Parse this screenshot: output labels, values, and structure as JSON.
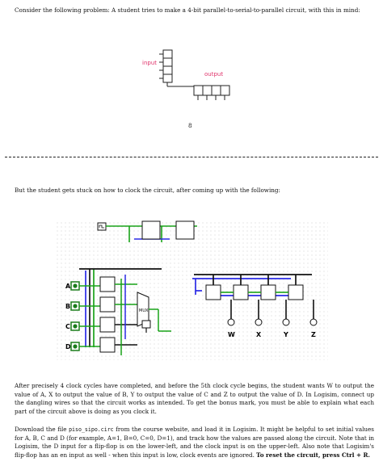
{
  "intro": "Consider the following problem: A student tries to make a 4-bit parallel-to-serial-to-parallel circuit, with this in mind:",
  "diagram1": {
    "input_label": "input",
    "output_label": "output"
  },
  "page_number": "8",
  "stuck": "But the student gets stuck on how to clock the circuit, after coming up with the following:",
  "circuit": {
    "inputs": [
      "A",
      "B",
      "C",
      "D"
    ],
    "outputs": [
      "W",
      "X",
      "Y",
      "Z"
    ],
    "mux_label": "MUX",
    "colors": {
      "wire_green": "#19a319",
      "wire_blue": "#2a2ae6",
      "wire_black": "#111111",
      "input_box": "#1b7d1b"
    }
  },
  "para1": "After precisely 4 clock cycles have completed, and before the 5th clock cycle begins, the student wants W to output the value of A, X to output the value of B, Y to output the value of C and Z to output the value of D. In Logisim, connect up the dangling wires so that the circuit works as intended. To get the bonus mark, you must be able to explain what each part of the circuit above is doing as you clock it.",
  "para2": {
    "pre": "Download the file ",
    "file": "piso_sipo.circ",
    "mid": " from the course website, and load it in Logisim. It might be helpful to set initial values for A, B, C and D (for example, A=1, B=0, C=0, D=1), and track how the values are passed along the circuit. Note that in Logisim, the D input for a flip-flop is on the lower-left, and the clock input is on the upper-left. Also note that Logisim's flip-flop has an en input as well - when this input is low, clock events are ignored. ",
    "bold": "To reset the circuit, press Ctrl + R."
  }
}
